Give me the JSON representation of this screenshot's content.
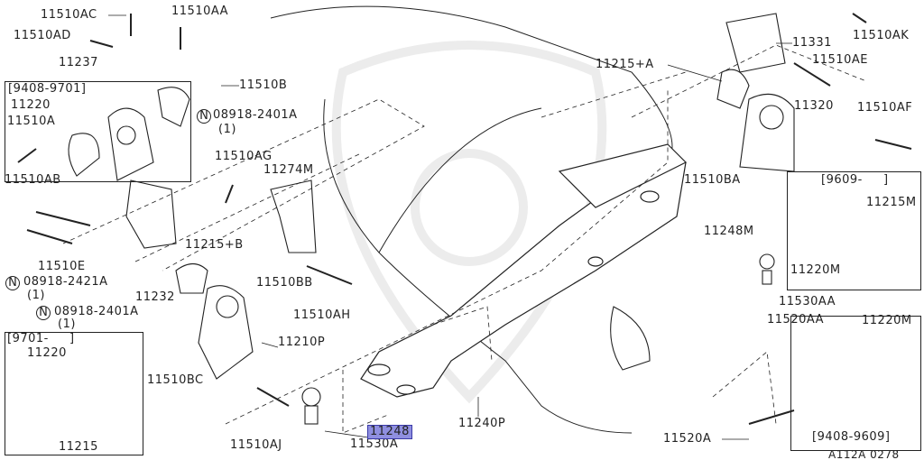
{
  "labels": {
    "l11510AC": "11510AC",
    "l11510AA": "11510AA",
    "l11510AD": "11510AD",
    "l11237": "11237",
    "range1": "[9408-9701]",
    "l11510B": "11510B",
    "l11220a": "11220",
    "n1": "N",
    "n1part": "08918-2401A",
    "n1qty": "(1)",
    "l11510A": "11510A",
    "l11510AG": "11510AG",
    "l11274M": "11274M",
    "l11510AB": "11510AB",
    "l11215B": "11215+B",
    "l11510E": "11510E",
    "n2": "N",
    "n2part": "08918-2421A",
    "n2qty": "(1)",
    "l11232": "11232",
    "l11510BB": "11510BB",
    "n3": "N",
    "n3part": "08918-2401A",
    "n3qty": "(1)",
    "l11510AH": "11510AH",
    "range2": "[9701-     ]",
    "l11220b": "11220",
    "l11210P": "11210P",
    "l11510BC": "11510BC",
    "l11215": "11215",
    "l11510AJ": "11510AJ",
    "l11530A": "11530A",
    "l11248": "11248",
    "l11240P": "11240P",
    "l11215A": "11215+A",
    "l11331": "11331",
    "l11510AK": "11510AK",
    "l11510AE": "11510AE",
    "l11320": "11320",
    "l11510AF": "11510AF",
    "l11510BA": "11510BA",
    "range3": "[9609-     ]",
    "l11215M": "11215M",
    "l11248M": "11248M",
    "l11220Ma": "11220M",
    "l11530AA": "11530AA",
    "l11520AA": "11520AA",
    "l11220Mb": "11220M",
    "l11520A": "11520A",
    "range4": "[9408-9609]",
    "figure_code": "A112A 0278"
  },
  "colors": {
    "highlight": "#8f8fe0",
    "line": "#222222"
  }
}
